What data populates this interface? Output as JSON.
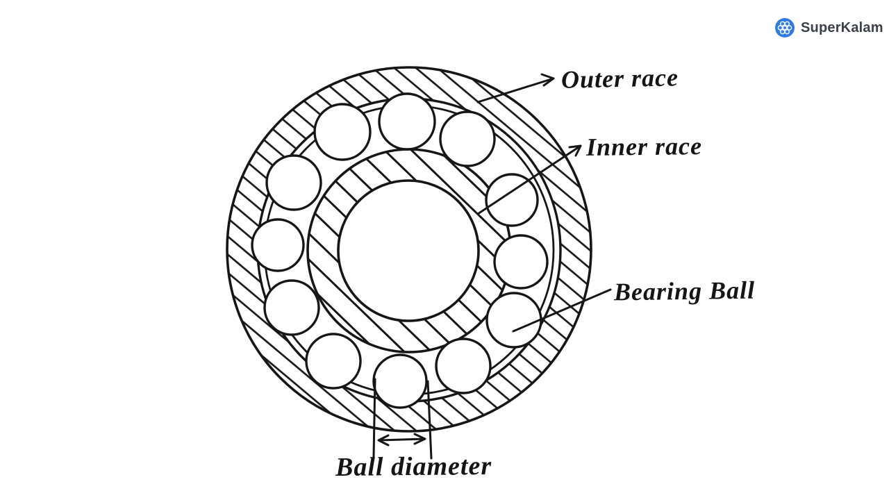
{
  "header": {
    "brand": "SuperKalam",
    "logo_blue": "#2f7be6",
    "logo_text_color": "#3a414b"
  },
  "diagram": {
    "subject": "hand-drawn cross-section of a ball bearing",
    "ink_color": "#161616",
    "background_color": "#ffffff",
    "ball_count": 12,
    "labels": {
      "outer_race": "Outer race",
      "inner_race": "Inner race",
      "bearing_ball": "Bearing Ball",
      "ball_diameter": "Ball diameter"
    }
  }
}
